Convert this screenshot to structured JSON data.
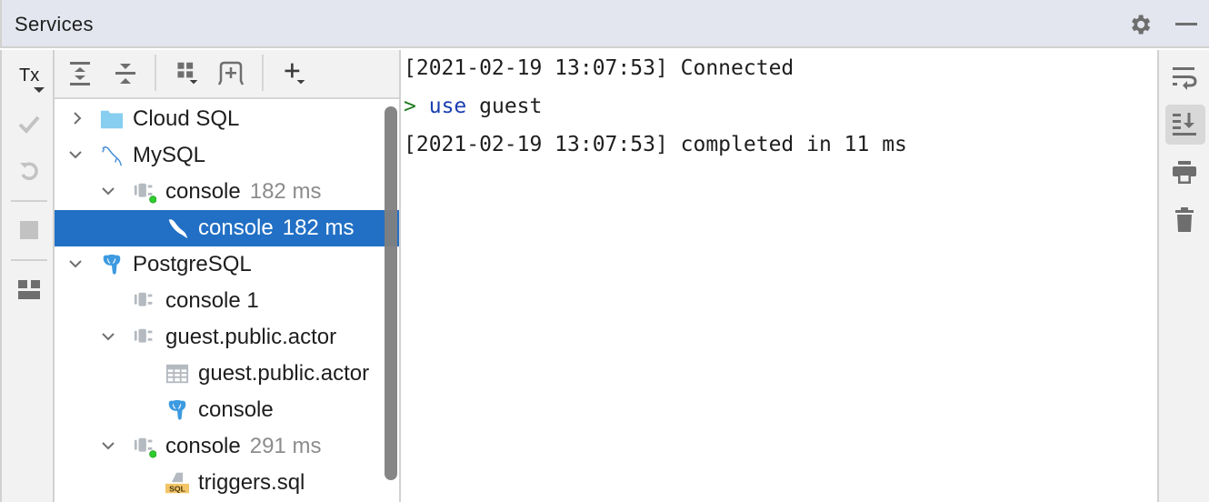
{
  "window": {
    "title": "Services",
    "icons": [
      "gear-icon",
      "minimize-icon"
    ]
  },
  "left_toolbar": {
    "tx_label": "Tx",
    "items": [
      "tx-mode-dropdown",
      "commit-icon",
      "rollback-icon",
      "stop-icon",
      "layout-icon"
    ]
  },
  "tree_toolbar": {
    "items": [
      "expand-all-icon",
      "collapse-all-icon",
      "group-by-icon",
      "new-tab-icon",
      "add-service-icon"
    ]
  },
  "tree": {
    "items": [
      {
        "label": "Cloud SQL",
        "extra": "",
        "icon": "folder-icon",
        "expanded": false,
        "level": 0
      },
      {
        "label": "MySQL",
        "extra": "",
        "icon": "mysql-icon",
        "expanded": true,
        "level": 0
      },
      {
        "label": "console",
        "extra": "182 ms",
        "icon": "session-connected-icon",
        "expanded": true,
        "level": 1
      },
      {
        "label": "console",
        "extra": "182 ms",
        "icon": "mysql-console-icon",
        "level": 2,
        "selected": true
      },
      {
        "label": "PostgreSQL",
        "extra": "",
        "icon": "postgresql-icon",
        "expanded": true,
        "level": 0
      },
      {
        "label": "console 1",
        "extra": "",
        "icon": "session-icon",
        "level": 1
      },
      {
        "label": "guest.public.actor",
        "extra": "",
        "icon": "session-icon",
        "expanded": true,
        "level": 1
      },
      {
        "label": "guest.public.actor",
        "extra": "",
        "icon": "table-icon",
        "level": 2
      },
      {
        "label": "console",
        "extra": "",
        "icon": "postgresql-console-icon",
        "level": 2
      },
      {
        "label": "console",
        "extra": "291 ms",
        "icon": "session-connected-icon",
        "expanded": true,
        "level": 1
      },
      {
        "label": "triggers.sql",
        "extra": "",
        "icon": "sql-file-icon",
        "level": 2
      }
    ]
  },
  "console": {
    "lines": [
      {
        "text": "[2021-02-19 13:07:53] Connected"
      },
      {
        "prompt": ">",
        "keyword": "use",
        "text": "guest"
      },
      {
        "text": "[2021-02-19 13:07:53] completed in 11 ms"
      }
    ]
  },
  "right_toolbar": {
    "items": [
      "soft-wrap-icon",
      "scroll-to-end-icon",
      "print-icon",
      "clear-all-icon"
    ],
    "active": "scroll-to-end-icon"
  },
  "colors": {
    "selection": "#2270c5",
    "header_bg": "#e3e6ee",
    "toolbar_bg": "#f2f2f2",
    "prompt": "#1f7a1f",
    "keyword": "#1a3fb0",
    "status_green": "#2ecc2e",
    "mysql_blue": "#4a8fd6",
    "folder_blue": "#87cef0"
  }
}
